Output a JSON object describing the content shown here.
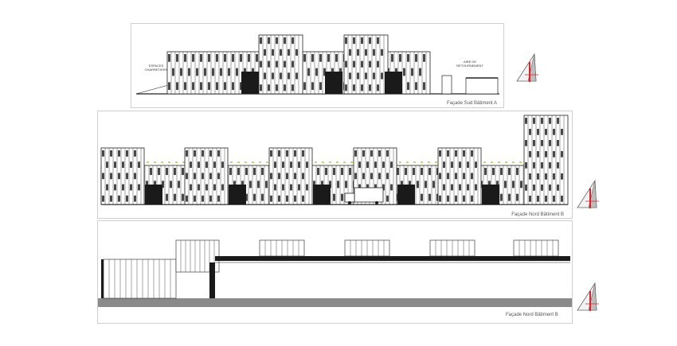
{
  "elevations": [
    {
      "caption": "Façade Sud Bâtiment A",
      "labels": {
        "left_line1": "ESPACES",
        "left_line2": "CHARRETIERS",
        "right_line1": "AIRE DE",
        "right_line2": "RETOURNEMENT"
      }
    },
    {
      "caption": "Façade Nord Bâtiment B"
    },
    {
      "caption": "Façade Nord Bâtiment B"
    }
  ],
  "colors": {
    "line": "#222222",
    "dark": "#1a1a1a",
    "grey_band": "#8a8a8a",
    "light_fill": "#f4f4f4",
    "accent_red": "#d8232a",
    "accent_green": "#8fc31f",
    "panel_border": "#cfcfcf"
  },
  "icons": [
    "orientation-symbol-icon",
    "orientation-symbol-icon",
    "orientation-symbol-icon"
  ]
}
